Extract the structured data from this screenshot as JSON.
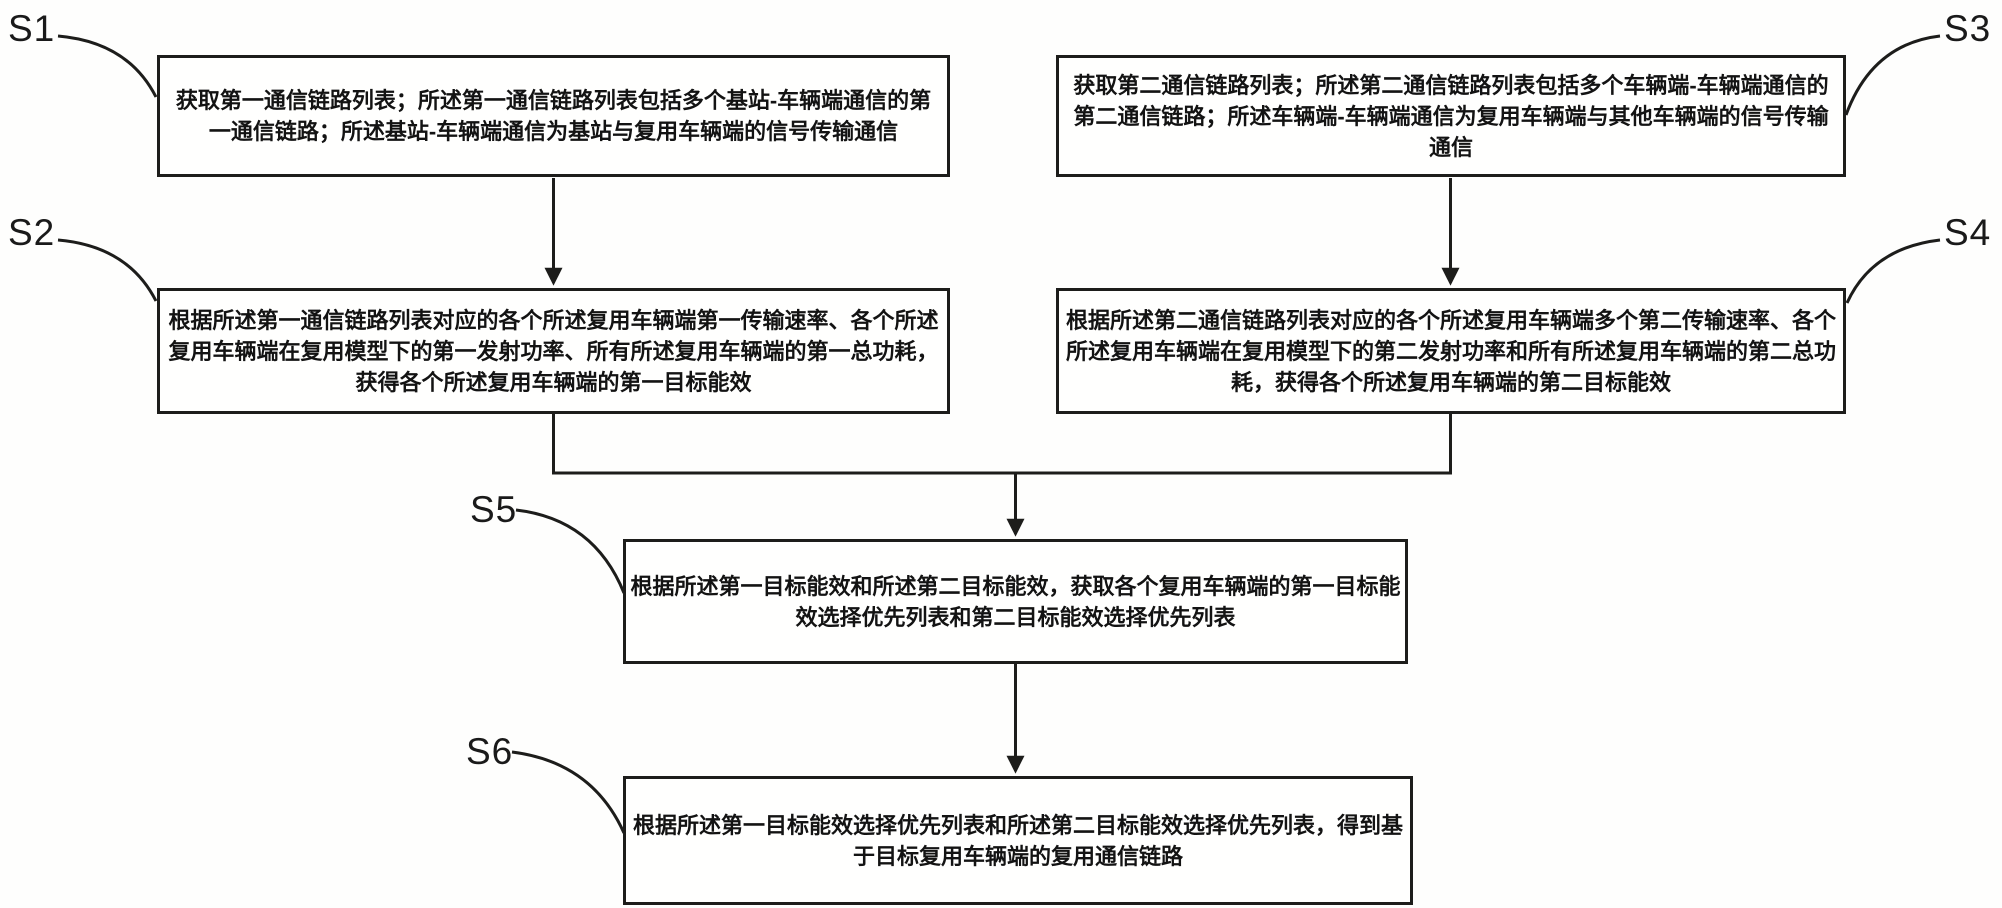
{
  "figure": {
    "type": "flowchart",
    "steps": [
      {
        "id": "S1",
        "label": "S1",
        "text": "获取第一通信链路列表；所述第一通信链路列表包括多个基站-车辆端通信的第\n一通信链路；所述基站-车辆端通信为基站与复用车辆端的信号传输通信"
      },
      {
        "id": "S2",
        "label": "S2",
        "text": "根据所述第一通信链路列表对应的各个所述复用车辆端第一传输速率、各个所述\n复用车辆端在复用模型下的第一发射功率、所有所述复用车辆端的第一总功耗，\n获得各个所述复用车辆端的第一目标能效"
      },
      {
        "id": "S3",
        "label": "S3",
        "text": "获取第二通信链路列表；所述第二通信链路列表包括多个车辆端-车辆端通信的\n第二通信链路；所述车辆端-车辆端通信为复用车辆端与其他车辆端的信号传输\n通信"
      },
      {
        "id": "S4",
        "label": "S4",
        "text": "根据所述第二通信链路列表对应的各个所述复用车辆端多个第二传输速率、各个\n所述复用车辆端在复用模型下的第二发射功率和所有所述复用车辆端的第二总功\n耗，获得各个所述复用车辆端的第二目标能效"
      },
      {
        "id": "S5",
        "label": "S5",
        "text": "根据所述第一目标能效和所述第二目标能效，获取各个复用车辆端的第一目标能\n效选择优先列表和第二目标能效选择优先列表"
      },
      {
        "id": "S6",
        "label": "S6",
        "text": "根据所述第一目标能效选择优先列表和所述第二目标能效选择优先列表，得到基\n于目标复用车辆端的复用通信链路"
      }
    ],
    "connections": [
      {
        "from": "S1",
        "to": "S2"
      },
      {
        "from": "S3",
        "to": "S4"
      },
      {
        "from": "S2",
        "to": "S5"
      },
      {
        "from": "S4",
        "to": "S5"
      },
      {
        "from": "S5",
        "to": "S6"
      }
    ],
    "colors": {
      "line": "#1d1d1b",
      "text": "#131313",
      "box_fill": "#fffffe",
      "background": "#fefefd"
    }
  }
}
